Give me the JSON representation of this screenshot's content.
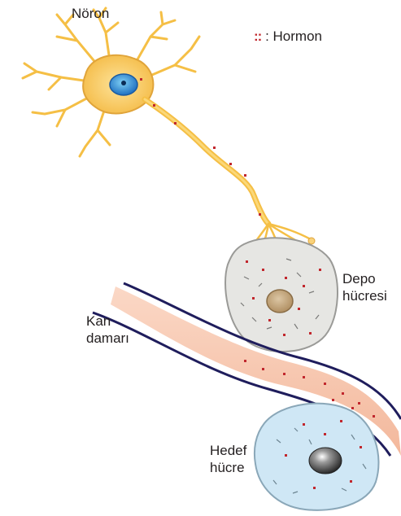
{
  "labels": {
    "neuron": "Nöron",
    "legend_symbol": "::",
    "legend_text": ": Hormon",
    "depo_line1": "Depo",
    "depo_line2": "hücresi",
    "kan_line1": "Kan",
    "kan_line2": "damarı",
    "hedef_line1": "Hedef",
    "hedef_line2": "hücre"
  },
  "colors": {
    "neuron_body": "#f7c74f",
    "neuron_outline": "#e0a43a",
    "nucleus": "#2f8fd6",
    "hormone": "#c1272d",
    "storage_cell": "#e6e6e3",
    "storage_nucleus": "#c9ad86",
    "vessel": "#f8c8b0",
    "vessel_wall": "#1f1d5c",
    "target_cell": "#cfe7f5",
    "target_nucleus": "#3a3a3a"
  }
}
